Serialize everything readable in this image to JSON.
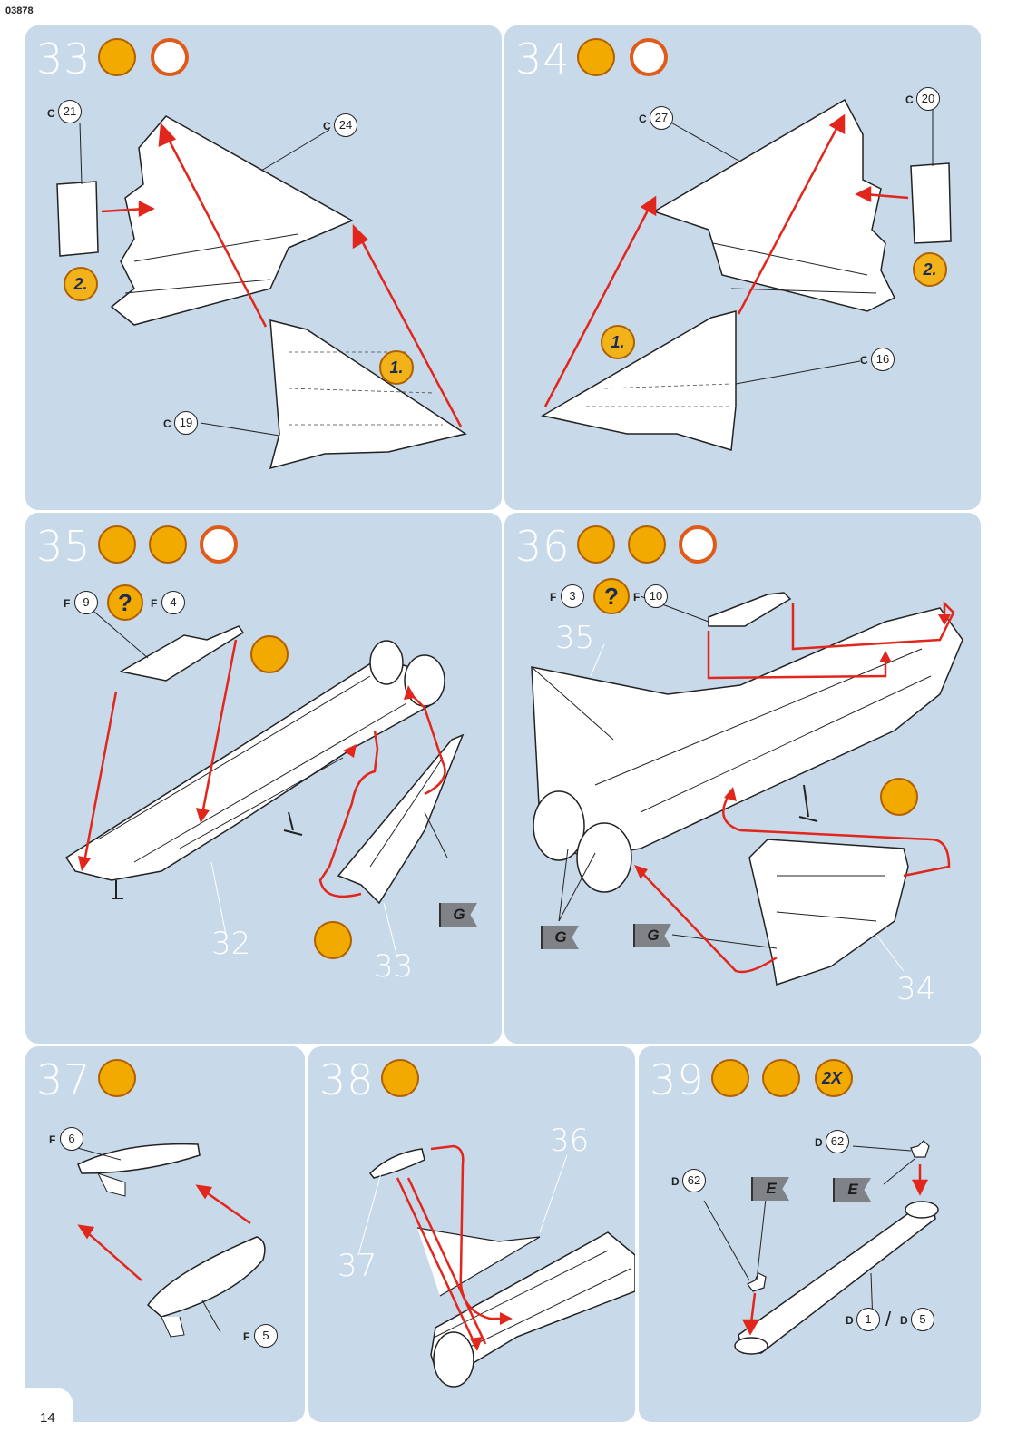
{
  "header": {
    "doc_code": "03878"
  },
  "footer": {
    "page_number": "14"
  },
  "steps": [
    {
      "number": "33",
      "parts": {
        "c21": "21",
        "c24": "24",
        "c19": "19"
      },
      "prefix": "C",
      "order": [
        "2.",
        "1."
      ]
    },
    {
      "number": "34",
      "parts": {
        "c27": "27",
        "c20": "20",
        "c16": "16"
      },
      "prefix": "C",
      "order": [
        "1.",
        "2."
      ]
    },
    {
      "number": "35",
      "parts": {
        "f9": "9",
        "f4": "4"
      },
      "prefix": "F",
      "refs": [
        "32",
        "33"
      ],
      "flag": "G"
    },
    {
      "number": "36",
      "parts": {
        "f3": "3",
        "f10": "10"
      },
      "prefix": "F",
      "refs": [
        "35",
        "34"
      ],
      "flags": [
        "G",
        "G"
      ]
    },
    {
      "number": "37",
      "parts": {
        "f6": "6",
        "f5": "5"
      },
      "prefix": "F"
    },
    {
      "number": "38",
      "refs": [
        "36",
        "37"
      ]
    },
    {
      "number": "39",
      "parts": {
        "d62a": "62",
        "d62b": "62",
        "d1": "1",
        "d5": "5"
      },
      "prefix": "D",
      "flags": [
        "E",
        "E"
      ],
      "multiplier": "2X"
    }
  ],
  "symbols": {
    "question": "?",
    "slash": "/"
  },
  "icons": [
    "glue-icon",
    "paint-icon",
    "clock-icon",
    "tape-icon",
    "question-icon",
    "decal-flag-icon"
  ],
  "colors": {
    "panel_bg": "#c8d9ea",
    "arrow": "#e1261c",
    "icon_orange": "#f2a900",
    "flag_grey": "#7f8387"
  }
}
